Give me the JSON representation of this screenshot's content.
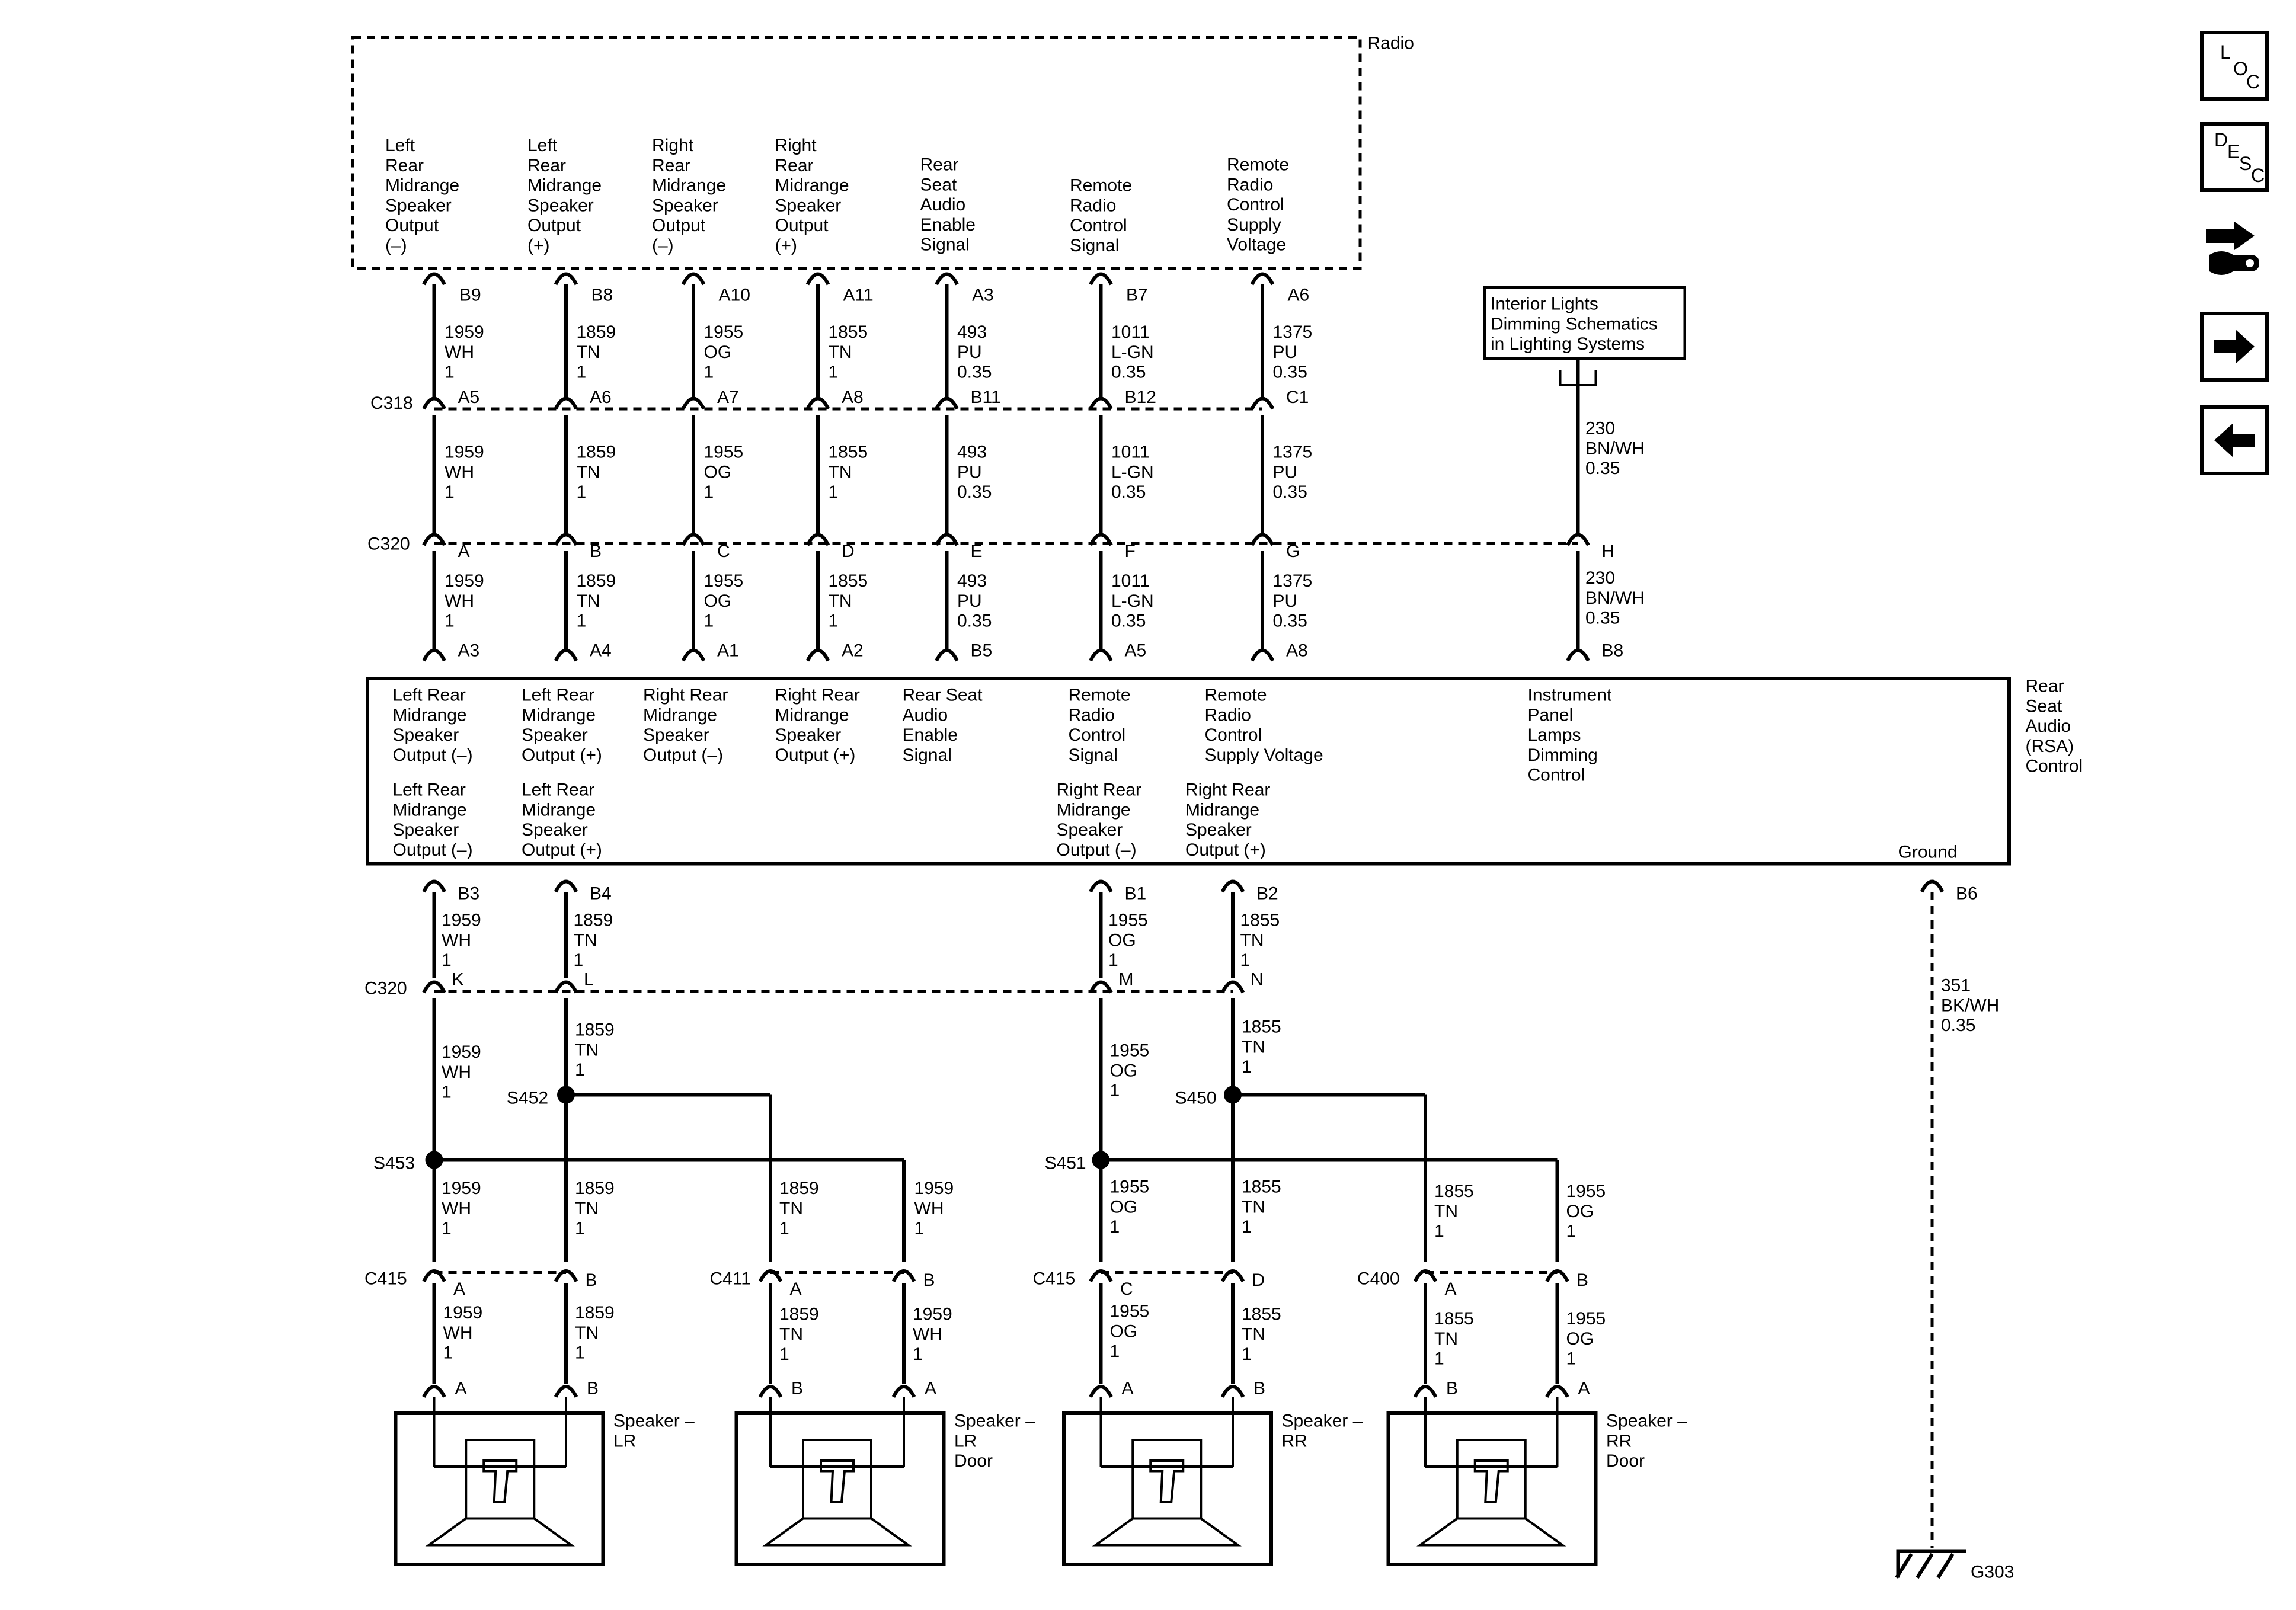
{
  "radio": {
    "title": "Radio",
    "pins": [
      {
        "pin": "B9",
        "label": [
          "Left",
          "Rear",
          "Midrange",
          "Speaker",
          "Output",
          "(–)"
        ],
        "w": [
          "1959",
          "WH",
          "1"
        ]
      },
      {
        "pin": "B8",
        "label": [
          "Left",
          "Rear",
          "Midrange",
          "Speaker",
          "Output",
          "(+)"
        ],
        "w": [
          "1859",
          "TN",
          "1"
        ]
      },
      {
        "pin": "A10",
        "label": [
          "Right",
          "Rear",
          "Midrange",
          "Speaker",
          "Output",
          "(–)"
        ],
        "w": [
          "1955",
          "OG",
          "1"
        ]
      },
      {
        "pin": "A11",
        "label": [
          "Right",
          "Rear",
          "Midrange",
          "Speaker",
          "Output",
          "(+)"
        ],
        "w": [
          "1855",
          "TN",
          "1"
        ]
      },
      {
        "pin": "A3",
        "label": [
          "Rear",
          "Seat",
          "Audio",
          "Enable",
          "Signal"
        ],
        "w": [
          "493",
          "PU",
          "0.35"
        ]
      },
      {
        "pin": "B7",
        "label": [
          "Remote",
          "Radio",
          "Control",
          "Signal"
        ],
        "w": [
          "1011",
          "L-GN",
          "0.35"
        ]
      },
      {
        "pin": "A6",
        "label": [
          "Remote",
          "Radio",
          "Control",
          "Supply",
          "Voltage"
        ],
        "w": [
          "1375",
          "PU",
          "0.35"
        ]
      }
    ]
  },
  "c318": {
    "name": "C318",
    "pins": [
      "A5",
      "A6",
      "A7",
      "A8",
      "B11",
      "B12",
      "C1"
    ]
  },
  "c320_top": {
    "name": "C320",
    "pins": [
      "A",
      "B",
      "C",
      "D",
      "E",
      "F",
      "G",
      "H"
    ]
  },
  "rsa_top_pins": [
    "A3",
    "A4",
    "A1",
    "A2",
    "B5",
    "A5",
    "A8",
    "B8"
  ],
  "interior_box": [
    "Interior Lights",
    "Dimming Schematics",
    "in Lighting Systems"
  ],
  "wire_230": [
    "230",
    "BN/WH",
    "0.35"
  ],
  "rsa": {
    "title": [
      "Rear",
      "Seat",
      "Audio",
      "(RSA)",
      "Control"
    ],
    "top_labels": [
      [
        "Left Rear",
        "Midrange",
        "Speaker",
        "Output (–)"
      ],
      [
        "Left Rear",
        "Midrange",
        "Speaker",
        "Output (+)"
      ],
      [
        "Right Rear",
        "Midrange",
        "Speaker",
        "Output (–)"
      ],
      [
        "Right Rear",
        "Midrange",
        "Speaker",
        "Output (+)"
      ],
      [
        "Rear Seat",
        "Audio",
        "Enable",
        "Signal"
      ],
      [
        "Remote",
        "Radio",
        "Control",
        "Signal"
      ],
      [
        "Remote",
        "Radio",
        "Control",
        "Supply Voltage"
      ],
      [
        "Instrument",
        "Panel",
        "Lamps",
        "Dimming",
        "Control"
      ]
    ],
    "bottom_labels": [
      [
        "Left Rear",
        "Midrange",
        "Speaker",
        "Output (–)"
      ],
      [
        "Left Rear",
        "Midrange",
        "Speaker",
        "Output (+)"
      ],
      [
        "Right Rear",
        "Midrange",
        "Speaker",
        "Output (–)"
      ],
      [
        "Right Rear",
        "Midrange",
        "Speaker",
        "Output (+)"
      ]
    ],
    "ground_label": "Ground",
    "bottom_pins": [
      "B3",
      "B4",
      "B1",
      "B2",
      "B6"
    ]
  },
  "c320_bot": {
    "name": "C320",
    "pins": [
      "K",
      "L",
      "M",
      "N"
    ]
  },
  "w_1959": [
    "1959",
    "WH",
    "1"
  ],
  "w_1859": [
    "1859",
    "TN",
    "1"
  ],
  "w_1955": [
    "1955",
    "OG",
    "1"
  ],
  "w_1855": [
    "1855",
    "TN",
    "1"
  ],
  "w_351": [
    "351",
    "BK/WH",
    "0.35"
  ],
  "splices": [
    "S452",
    "S453",
    "S451",
    "S450"
  ],
  "c415_a": {
    "name": "C415",
    "pins": [
      "A",
      "B"
    ]
  },
  "c411": {
    "name": "C411",
    "pins": [
      "A",
      "B"
    ]
  },
  "c415_b": {
    "name": "C415",
    "pins": [
      "C",
      "D"
    ]
  },
  "c400": {
    "name": "C400",
    "pins": [
      "A",
      "B"
    ]
  },
  "speakers": [
    {
      "name": [
        "Speaker –",
        "LR"
      ],
      "pins": [
        "A",
        "B"
      ]
    },
    {
      "name": [
        "Speaker –",
        "LR",
        "Door"
      ],
      "pins": [
        "B",
        "A"
      ]
    },
    {
      "name": [
        "Speaker –",
        "RR"
      ],
      "pins": [
        "A",
        "B"
      ]
    },
    {
      "name": [
        "Speaker –",
        "RR",
        "Door"
      ],
      "pins": [
        "B",
        "A"
      ]
    }
  ],
  "ground_name": "G303",
  "nav": {
    "loc": [
      "L",
      "O",
      "C"
    ],
    "desc": [
      "D",
      "E",
      "S",
      "C"
    ],
    "tool_icon": "connector-tool-icon",
    "next_icon": "right-arrow-icon",
    "prev_icon": "left-arrow-icon"
  }
}
